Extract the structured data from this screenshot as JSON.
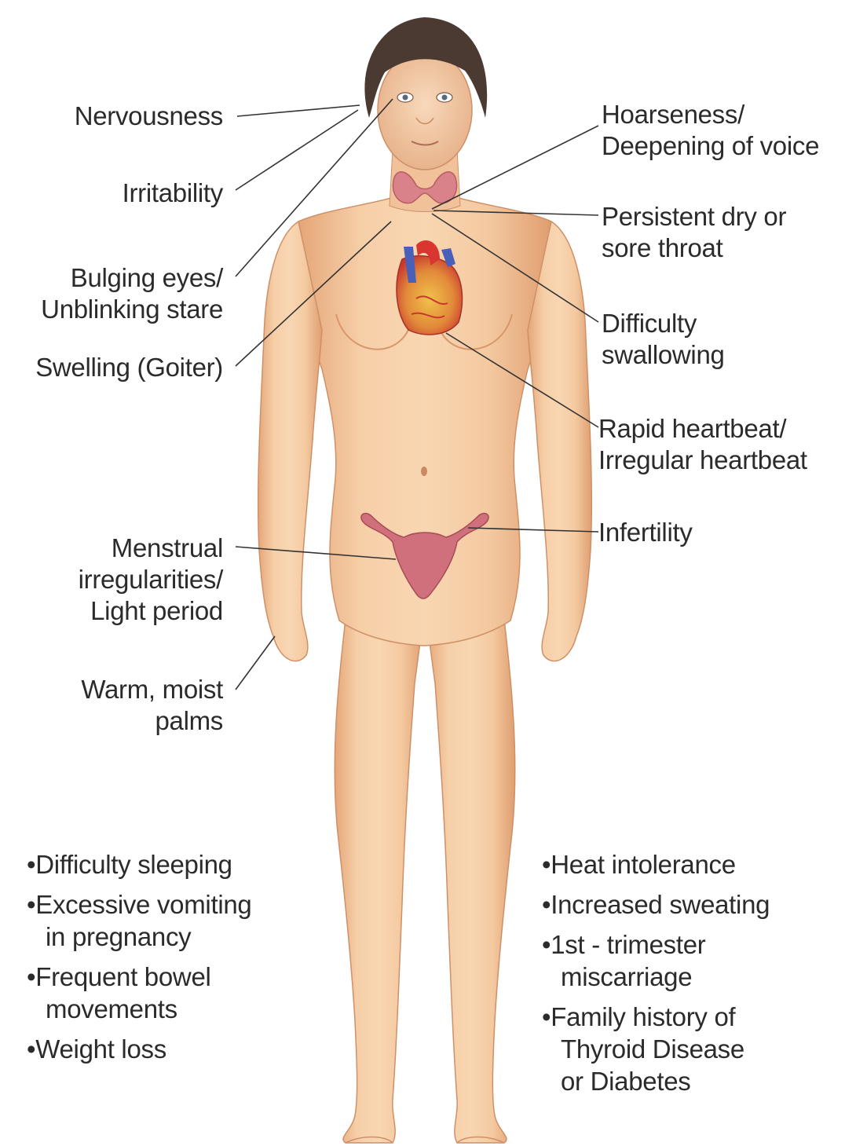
{
  "labels": {
    "nervousness": [
      "Nervousness"
    ],
    "irritability": [
      "Irritability"
    ],
    "bulging_eyes": [
      "Bulging eyes/",
      "Unblinking stare"
    ],
    "swelling": [
      "Swelling (Goiter)"
    ],
    "menstrual": [
      "Menstrual",
      "irregularities/",
      "Light period"
    ],
    "palms": [
      "Warm, moist",
      "palms"
    ],
    "hoarseness": [
      "Hoarseness/",
      "Deepening of voice"
    ],
    "throat": [
      "Persistent dry or",
      "sore throat"
    ],
    "swallowing": [
      "Difficulty",
      "swallowing"
    ],
    "heartbeat": [
      "Rapid heartbeat/",
      "Irregular heartbeat"
    ],
    "infertility": [
      "Infertility"
    ]
  },
  "left_list": [
    [
      "•Difficulty sleeping"
    ],
    [
      "•Excessive vomiting",
      "in pregnancy"
    ],
    [
      "•Frequent bowel",
      "movements"
    ],
    [
      "•Weight loss"
    ]
  ],
  "right_list": [
    [
      "•Heat intolerance"
    ],
    [
      "•Increased sweating"
    ],
    [
      "•1st - trimester",
      "miscarriage"
    ],
    [
      "•Family history of",
      "Thyroid Disease",
      "or Diabetes"
    ]
  ],
  "illustration": {
    "figure": "female-body-illustration",
    "organs": [
      "thyroid",
      "heart",
      "uterus"
    ],
    "colors": {
      "skin": "#f2c39b",
      "skin_shadow": "#d99a6c",
      "hair": "#4a3a32",
      "thyroid": "#d9828a",
      "heart_red": "#d8362f",
      "heart_blue": "#4a5fb8",
      "heart_yellow": "#e8b23c",
      "uterus": "#d0707c",
      "leader_line": "#333333"
    }
  }
}
